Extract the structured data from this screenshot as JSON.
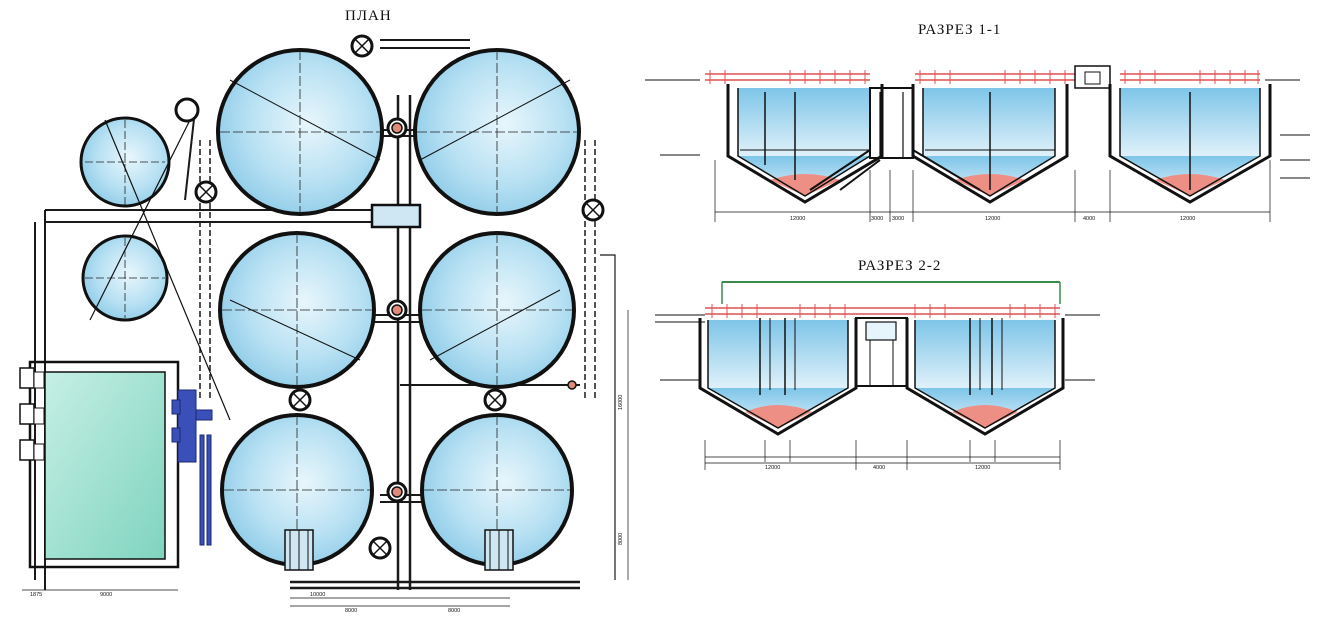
{
  "titles": {
    "plan": "ПЛАН",
    "section_1": "РАЗРЕЗ 1-1",
    "section_2": "РАЗРЕЗ 2-2"
  },
  "plan_dimensions": {
    "bottom_1": "1875",
    "bottom_2": "9000",
    "bottom_3": "10000",
    "bottom_4": "8000",
    "bottom_5": "8000",
    "right_1": "16000",
    "right_2": "8000"
  },
  "section_1_dimensions": {
    "d1": "12000",
    "d2": "3000",
    "d3": "3000",
    "d4": "12000",
    "d5": "4000",
    "d6": "12000"
  },
  "section_2_dimensions": {
    "d1": "12000",
    "d2": "4000",
    "d3": "12000"
  },
  "colors": {
    "water": "#9fd3ee",
    "water_light": "#e6f5fb",
    "sludge": "#ee8f85",
    "pool": "#9fe0cf",
    "railing": "#e05050",
    "pipe": "#1a1a1a",
    "blue_equipment": "#3a4fb8"
  }
}
